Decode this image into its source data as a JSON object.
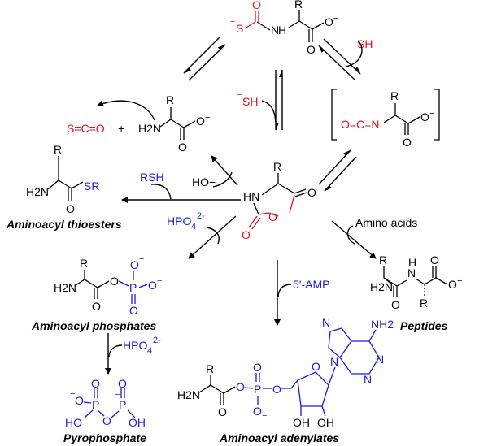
{
  "top_carbamate": {
    "thiol": "S",
    "thiol_charge": "−",
    "carbonyl_o": "O",
    "nh": "N",
    "nh_h": "H",
    "r": "R",
    "carboxyl_o1": "O",
    "carboxyl_o2": "O",
    "carboxyl_charge": "−"
  },
  "sh_right": {
    "charge": "−",
    "label": "SH"
  },
  "sh_center": {
    "charge": "−",
    "label": "SH"
  },
  "cos_amine": {
    "cos": "S=C=O",
    "plus": "+",
    "h2n": "H2N",
    "r": "R",
    "o1": "O",
    "o2": "O",
    "charge": "−"
  },
  "isocyanate": {
    "oco": "O=C=N",
    "r": "R",
    "o1": "O",
    "o2": "O",
    "charge": "−"
  },
  "nca": {
    "r": "R",
    "hn": "HN",
    "o_ring": "O",
    "o_top": "O",
    "o_bottom": "O"
  },
  "ho_minus": "HO−",
  "rsh": "RSH",
  "hpo4_left": {
    "label": "HPO",
    "sub": "4",
    "sup": "2-"
  },
  "amino_acids": "Amino acids",
  "amp_label": "5'-AMP",
  "hpo4_lower": {
    "label": "HPO",
    "sub": "4",
    "sup": "2-"
  },
  "thioester": {
    "r": "R",
    "h2n": "H2N",
    "o": "O",
    "sr": "SR",
    "caption": "Aminoacyl thioesters"
  },
  "phosphate": {
    "r": "R",
    "h2n": "H2N",
    "o_carbonyl": "O",
    "o_link": "O",
    "p": "P",
    "o_top": "O",
    "o_right": "O",
    "o_bottom": "O",
    "minus": "−",
    "caption": "Aminoacyl phosphates"
  },
  "peptide": {
    "r1": "R",
    "r2": "R",
    "h2n": "H2N",
    "nh": "N",
    "h": "H",
    "o1": "O",
    "o2": "O",
    "o3": "O",
    "minus": "−",
    "caption": "Peptides"
  },
  "pyrophosphate": {
    "p1": "P",
    "p2": "P",
    "o": "O",
    "ho1": "HO",
    "oh1": "OH",
    "oh2": "OH",
    "minus": "−",
    "caption": "Pyrophosphate"
  },
  "adenylate": {
    "r": "R",
    "h2n": "H2N",
    "o": "O",
    "p": "P",
    "nh2": "NH2",
    "n": "N",
    "oh1": "OH",
    "oh2": "OH",
    "minus": "−",
    "caption": "Aminoacyl adenylates"
  }
}
